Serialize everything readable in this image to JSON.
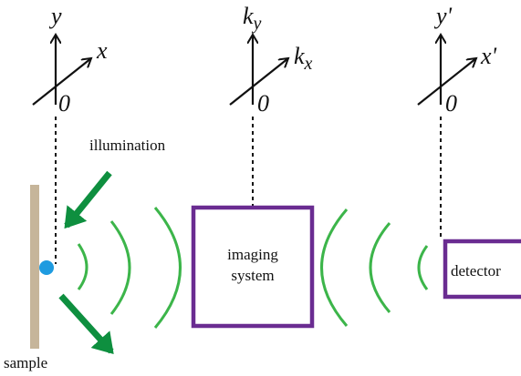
{
  "coordinate_systems": [
    {
      "id": "sample-frame",
      "x_label": "x",
      "y_label": "y",
      "origin_label": "0"
    },
    {
      "id": "fourier-frame",
      "x_label": "kx",
      "y_label": "ky",
      "origin_label": "0"
    },
    {
      "id": "detector-frame",
      "x_label": "x'",
      "y_label": "y'",
      "origin_label": "0"
    }
  ],
  "labels": {
    "illumination": "illumination",
    "sample": "sample",
    "imaging_system_line1": "imaging",
    "imaging_system_line2": "system",
    "detector": "detector"
  },
  "colors": {
    "wave_green": "#3cb54a",
    "arrow_green": "#0e8f3f",
    "box_purple": "#6a2c91",
    "sample_bar": "#c6b59a",
    "point_source": "#1e9be0",
    "axis": "#111111"
  }
}
